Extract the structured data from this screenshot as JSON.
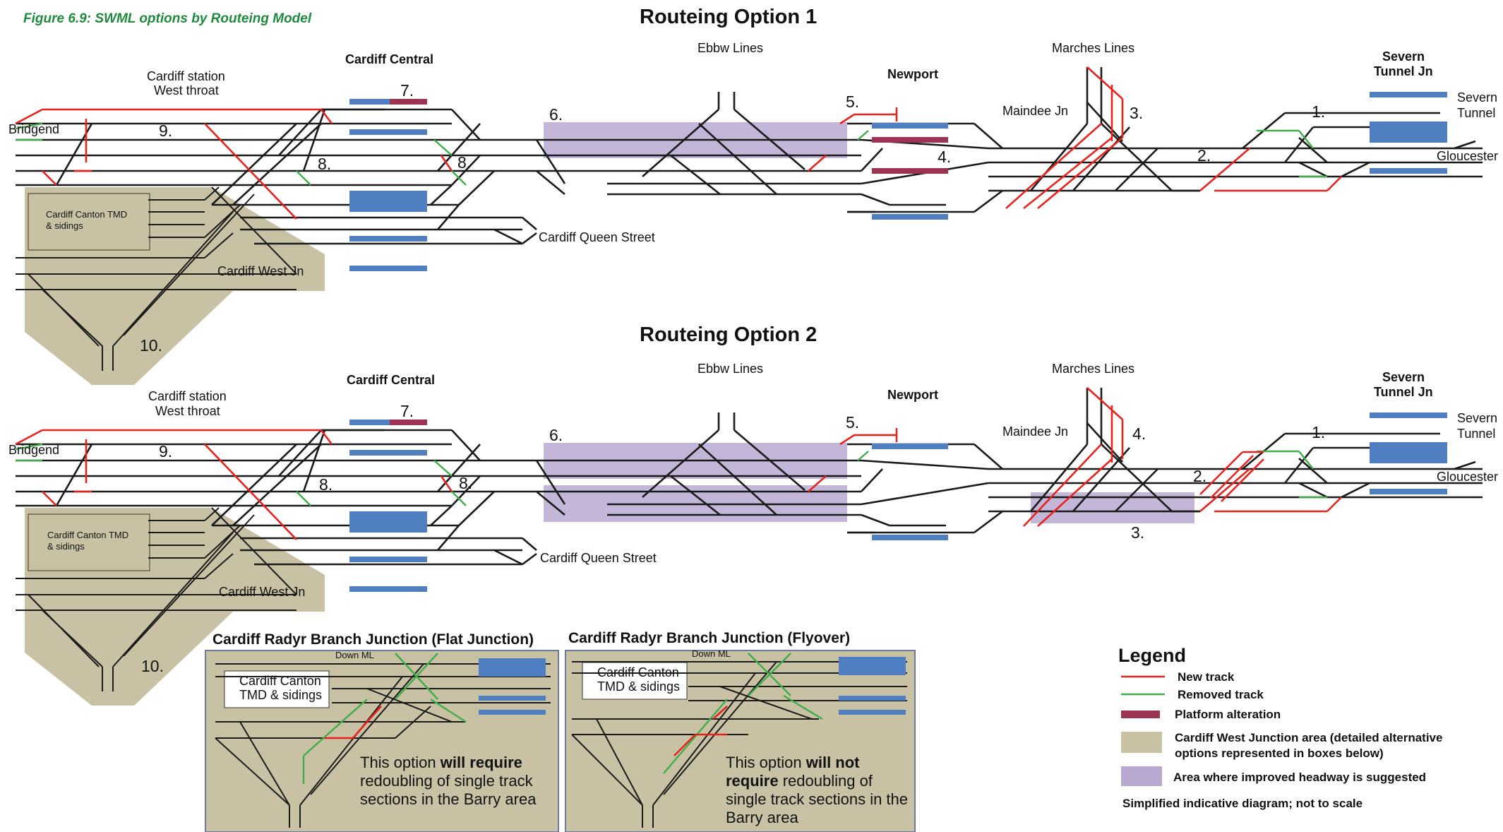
{
  "figure_title": "Figure 6.9: SWML options by Routeing Model",
  "colors": {
    "new_track": "#e8221d",
    "removed_track": "#3fae49",
    "platform": "#4f7fc0",
    "platform_alteration": "#9c3352",
    "cardiff_west_area": "#c9c1a4",
    "headway_area": "#b9a9d1",
    "track": "#1a1a1a"
  },
  "option1": {
    "title": "Routeing Option 1",
    "labels": {
      "cardiff_station_west_throat_l1": "Cardiff station",
      "cardiff_station_west_throat_l2": "West throat",
      "cardiff_central": "Cardiff Central",
      "ebbw_lines": "Ebbw Lines",
      "newport": "Newport",
      "marches_lines": "Marches Lines",
      "maindee_jn": "Maindee Jn",
      "severn_tunnel_jn_l1": "Severn",
      "severn_tunnel_jn_l2": "Tunnel Jn",
      "severn_tunnel_l1": "Severn",
      "severn_tunnel_l2": "Tunnel",
      "gloucester": "Gloucester",
      "bridgend": "Bridgend",
      "cardiff_queen_street": "Cardiff Queen Street",
      "cardiff_canton_l1": "Cardiff Canton TMD",
      "cardiff_canton_l2": "& sidings",
      "cardiff_west_jn": "Cardiff West Jn"
    },
    "numbers": {
      "n1": "1.",
      "n2": "2.",
      "n3": "3.",
      "n4": "4.",
      "n5": "5.",
      "n6": "6.",
      "n7": "7.",
      "n8a": "8.",
      "n8b": "8.",
      "n9": "9.",
      "n10": "10."
    }
  },
  "option2": {
    "title": "Routeing Option 2",
    "labels": {
      "cardiff_station_west_throat_l1": "Cardiff station",
      "cardiff_station_west_throat_l2": "West throat",
      "cardiff_central": "Cardiff Central",
      "ebbw_lines": "Ebbw Lines",
      "newport": "Newport",
      "marches_lines": "Marches Lines",
      "maindee_jn": "Maindee Jn",
      "severn_tunnel_jn_l1": "Severn",
      "severn_tunnel_jn_l2": "Tunnel Jn",
      "severn_tunnel_l1": "Severn",
      "severn_tunnel_l2": "Tunnel",
      "gloucester": "Gloucester",
      "bridgend": "Bridgend",
      "cardiff_queen_street": "Cardiff Queen Street",
      "cardiff_canton_l1": "Cardiff Canton TMD",
      "cardiff_canton_l2": "& sidings",
      "cardiff_west_jn": "Cardiff West Jn"
    },
    "numbers": {
      "n1": "1.",
      "n2": "2.",
      "n3": "3.",
      "n4": "4.",
      "n5": "5.",
      "n6": "6.",
      "n7": "7.",
      "n8a": "8.",
      "n8b": "8.",
      "n9": "9.",
      "n10": "10."
    }
  },
  "flat_box": {
    "title": "Cardiff Radyr Branch Junction (Flat Junction)",
    "down_ml": "Down ML",
    "canton_l1": "Cardiff Canton",
    "canton_l2": "TMD & sidings",
    "note_l1a": "This option ",
    "note_l1b": "will require",
    "note_l2": "redoubling of single track",
    "note_l3": "sections in the Barry area"
  },
  "flyover_box": {
    "title": "Cardiff Radyr Branch Junction (Flyover)",
    "down_ml": "Down ML",
    "canton_l1": "Cardiff Canton",
    "canton_l2": "TMD & sidings",
    "note_l1a": "This option ",
    "note_l1b": "will not",
    "note_l2a": "require",
    "note_l2b": " redoubling of",
    "note_l3": "single track sections in the",
    "note_l4": "Barry area"
  },
  "legend": {
    "title": "Legend",
    "new_track": "New track",
    "removed_track": "Removed track",
    "platform_alteration": "Platform alteration",
    "cardiff_west_l1": "Cardiff West Junction area (detailed alternative",
    "cardiff_west_l2": "options represented in boxes below)",
    "headway": "Area where improved headway is suggested",
    "footnote": "Simplified indicative diagram; not to scale"
  }
}
